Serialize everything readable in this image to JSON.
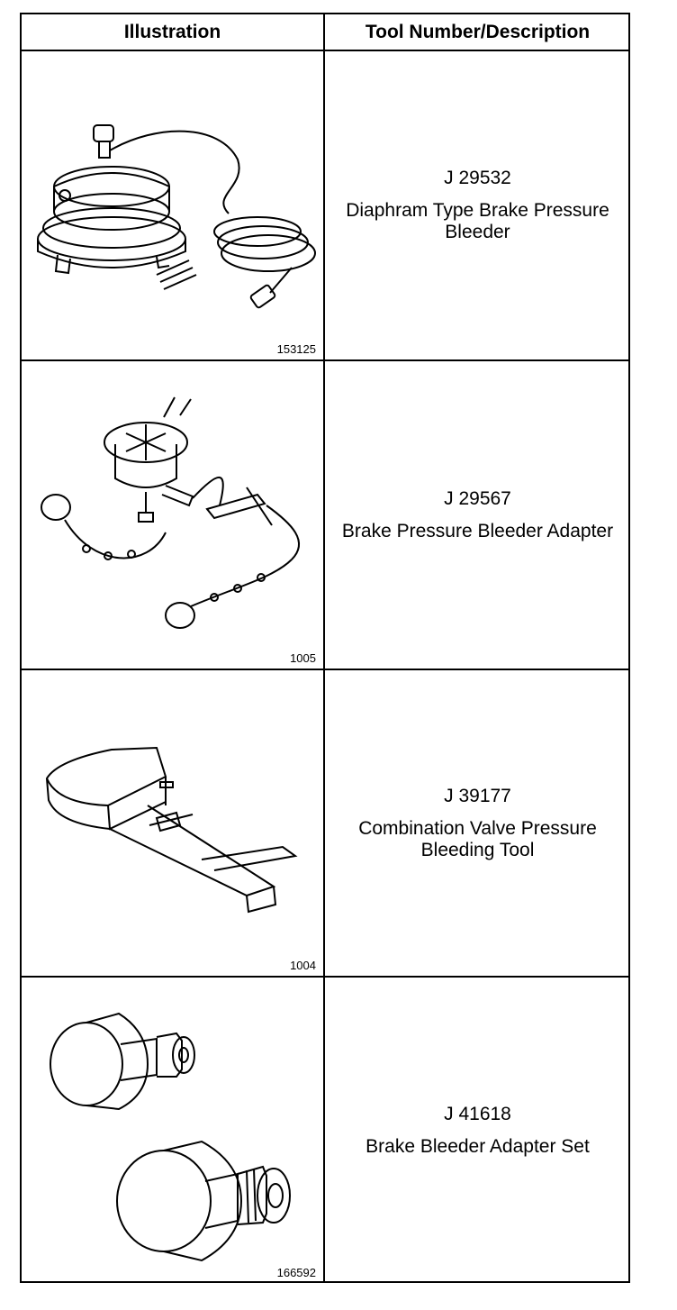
{
  "header": {
    "illustration": "Illustration",
    "tool": "Tool Number/Description"
  },
  "rows": [
    {
      "tool_number": "J 29532",
      "description": "Diaphram Type Brake Pressure Bleeder",
      "figure_id": "153125",
      "icon": "pressure-bleeder-tank-icon"
    },
    {
      "tool_number": "J 29567",
      "description": "Brake Pressure Bleeder Adapter",
      "figure_id": "1005",
      "icon": "bleeder-adapter-icon"
    },
    {
      "tool_number": "J 39177",
      "description": "Combination Valve Pressure Bleeding Tool",
      "figure_id": "1004",
      "icon": "combination-valve-tool-icon"
    },
    {
      "tool_number": "J 41618",
      "description": "Brake Bleeder Adapter Set",
      "figure_id": "166592",
      "icon": "adapter-set-icon"
    }
  ]
}
